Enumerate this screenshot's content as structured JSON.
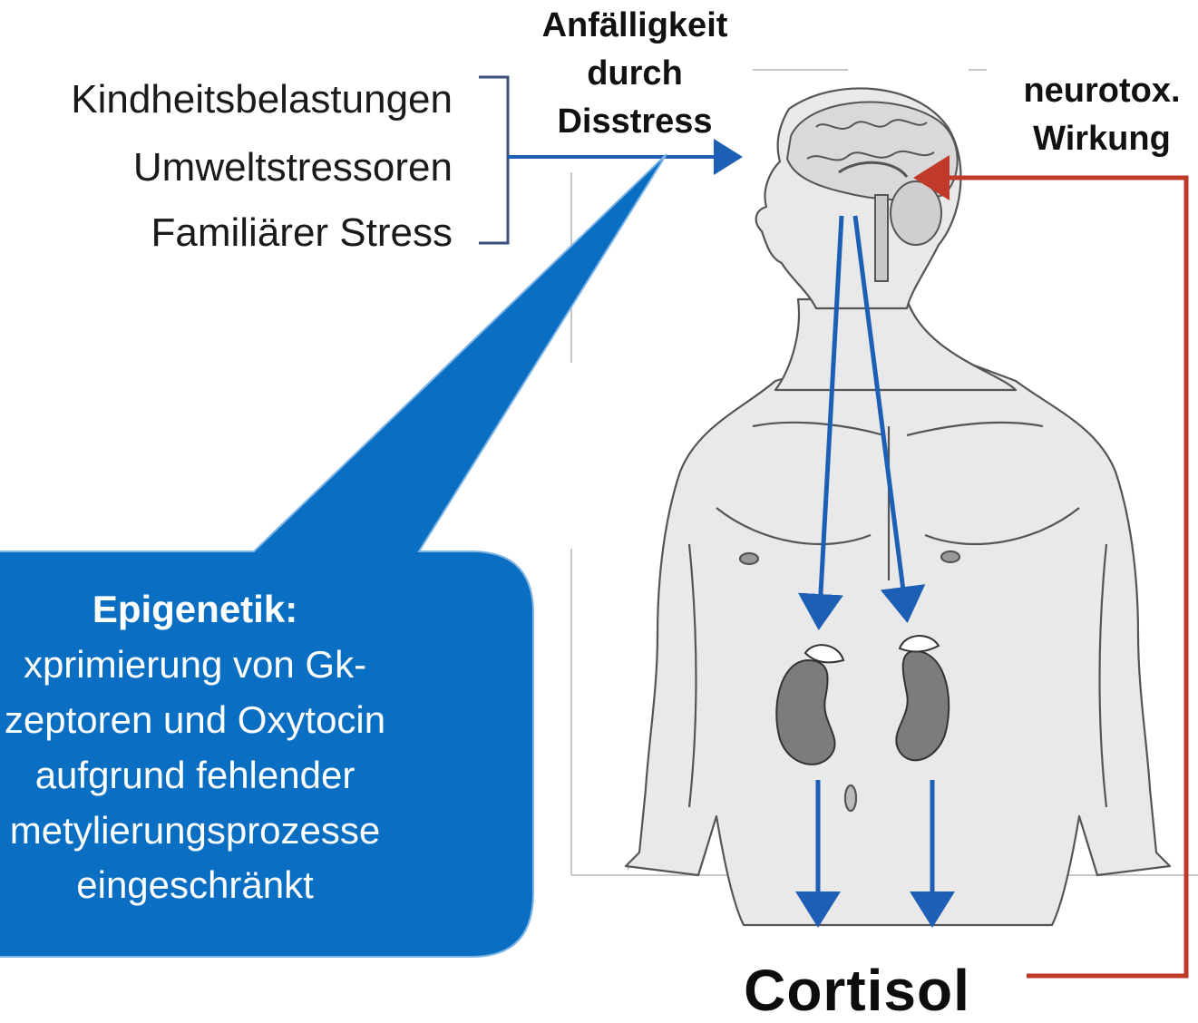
{
  "stressors": {
    "items": [
      "Kindheitsbelastungen",
      "Umweltstressoren",
      "Familiärer Stress"
    ]
  },
  "susceptibility": {
    "lines": [
      "Anfälligkeit",
      "durch",
      "Disstress"
    ]
  },
  "neurotox": {
    "lines": [
      "neurotox.",
      "Wirkung"
    ]
  },
  "callout": {
    "title": "Epigenetik:",
    "lines": [
      "xprimierung von Gk-",
      "zeptoren und Oxytocin",
      "aufgrund fehlender",
      "metylierungsprozesse",
      "eingeschränkt"
    ]
  },
  "output": {
    "label": "Cortisol"
  },
  "colors": {
    "blue_arrow": "#1c5fb5",
    "callout_fill": "#0a6fc2",
    "red_feedback": "#c0392b",
    "bracket": "#3a4f7a"
  },
  "icons": {
    "figure": "human-body-sketch-icon",
    "brain": "brain-icon",
    "kidney": "kidney-adrenal-icon"
  }
}
